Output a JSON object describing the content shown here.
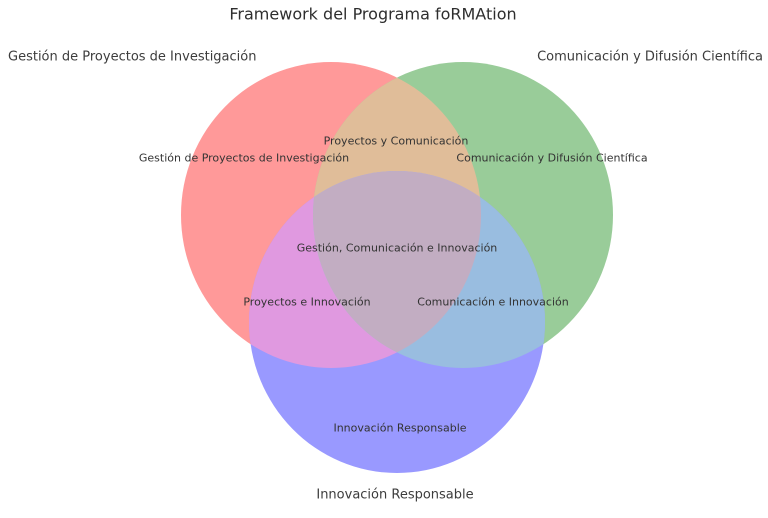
{
  "title": "Framework del Programa foRMAtion",
  "chart_data": {
    "type": "venn",
    "title": "Framework del Programa foRMAtion",
    "sets": [
      "Gestión de Proyectos de Investigación",
      "Comunicación y Difusión Científica",
      "Innovación Responsable"
    ],
    "regions": {
      "set1_only": "Gestión de Proyectos de Investigación",
      "set2_only": "Comunicación y Difusión Científica",
      "set3_only": "Innovación Responsable",
      "set1_and_set2": "Proyectos y Comunicación",
      "set1_and_set3": "Proyectos e Innovación",
      "set2_and_set3": "Comunicación e Innovación",
      "set1_set2_set3": "Gestión, Comunicación e Innovación"
    },
    "legend_position": "outside-corners",
    "background": "#ffffff"
  },
  "outer_labels": {
    "set1": "Gestión de Proyectos de Investigación",
    "set2": "Comunicación y Difusión Científica",
    "set3": "Innovación Responsable"
  },
  "region_labels": {
    "set1_only": "Gestión de Proyectos de Investigación",
    "set2_only": "Comunicación y Difusión Científica",
    "set3_only": "Innovación Responsable",
    "set1_set2": "Proyectos y Comunicación",
    "set1_set3": "Proyectos e Innovación",
    "set2_set3": "Comunicación e Innovación",
    "center": "Gestión, Comunicación e Innovación"
  },
  "colors": {
    "set1_fill": "#FF9999",
    "set2_fill": "#99CC99",
    "set3_fill": "#9999FF",
    "set1_set2_fill": "#E0BD99",
    "set1_set3_fill": "#E099E0",
    "set2_set3_fill": "#99BDE0",
    "center_fill": "#C2ADC2",
    "text": "#3A3A3A"
  }
}
